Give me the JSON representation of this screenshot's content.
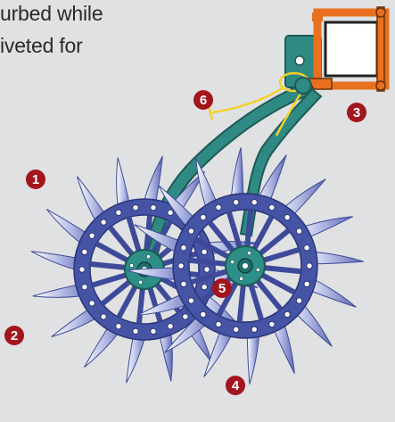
{
  "caption": {
    "line1": "urbed while",
    "line2": "iveted for"
  },
  "callouts": {
    "c1": "1",
    "c2": "2",
    "c3": "3",
    "c4": "4",
    "c5": "5",
    "c6": "6"
  },
  "colors": {
    "background": "#e0e1e3",
    "callout": "#a3151d",
    "frame": "#e8701f",
    "arm": "#2f8a84",
    "hub": "#2e8f88",
    "wheel_rim": "#4654a6",
    "tine_light": "#ffffff",
    "tine_dark": "#5d68b5"
  }
}
